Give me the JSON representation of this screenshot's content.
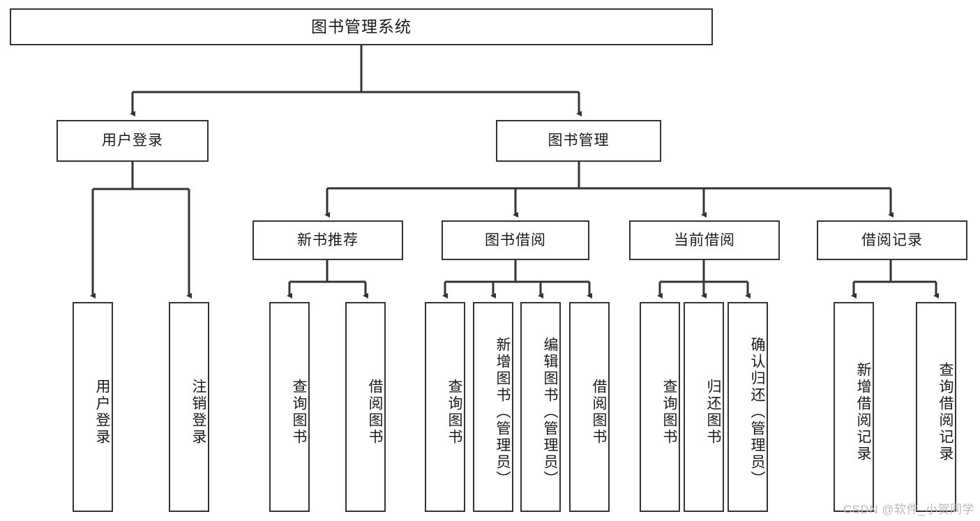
{
  "diagram": {
    "title": "图书管理系统",
    "watermark": "CSDN @软件_小贺同学",
    "accent_color": "#333333",
    "background_color": "#ffffff",
    "text_color": "#1a1a1a",
    "watermark_color": "#b9b9b9"
  },
  "nodes": {
    "root": {
      "label": "图书管理系统"
    },
    "level1": [
      {
        "label": "用户登录"
      },
      {
        "label": "图书管理"
      }
    ],
    "level2": [
      {
        "label": "新书推荐"
      },
      {
        "label": "图书借阅"
      },
      {
        "label": "当前借阅"
      },
      {
        "label": "借阅记录"
      }
    ],
    "leaves": {
      "user_login": [
        {
          "label": "用户登录"
        },
        {
          "label": "注销登录"
        }
      ],
      "new_book_recommend": [
        {
          "label": "查询图书"
        },
        {
          "label": "借阅图书"
        }
      ],
      "book_borrow": [
        {
          "label": "查询图书"
        },
        {
          "label": "新增图书（管理员）"
        },
        {
          "label": "编辑图书（管理员）"
        },
        {
          "label": "借阅图书"
        }
      ],
      "current_borrow": [
        {
          "label": "查询图书"
        },
        {
          "label": "归还图书"
        },
        {
          "label": "确认归还（管理员）"
        }
      ],
      "borrow_record": [
        {
          "label": "新增借阅记录"
        },
        {
          "label": "查询借阅记录"
        }
      ]
    }
  },
  "chart_data": {
    "type": "tree-diagram",
    "title": "图书管理系统",
    "orientation": "top-down",
    "levels": 4,
    "hierarchy": [
      {
        "label": "图书管理系统",
        "children": [
          {
            "label": "用户登录",
            "children": [
              {
                "label": "用户登录"
              },
              {
                "label": "注销登录"
              }
            ]
          },
          {
            "label": "图书管理",
            "children": [
              {
                "label": "新书推荐",
                "children": [
                  {
                    "label": "查询图书"
                  },
                  {
                    "label": "借阅图书"
                  }
                ]
              },
              {
                "label": "图书借阅",
                "children": [
                  {
                    "label": "查询图书"
                  },
                  {
                    "label": "新增图书（管理员）"
                  },
                  {
                    "label": "编辑图书（管理员）"
                  },
                  {
                    "label": "借阅图书"
                  }
                ]
              },
              {
                "label": "当前借阅",
                "children": [
                  {
                    "label": "查询图书"
                  },
                  {
                    "label": "归还图书"
                  },
                  {
                    "label": "确认归还（管理员）"
                  }
                ]
              },
              {
                "label": "借阅记录",
                "children": [
                  {
                    "label": "新增借阅记录"
                  },
                  {
                    "label": "查询借阅记录"
                  }
                ]
              }
            ]
          }
        ]
      }
    ]
  }
}
